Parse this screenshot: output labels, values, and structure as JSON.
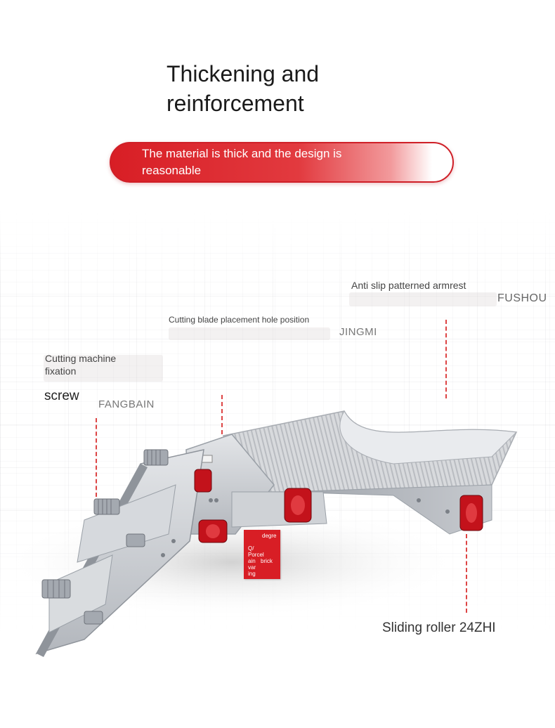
{
  "heading": {
    "title": "Thickening and reinforcement",
    "subtitle": "The material is thick and the design is reasonable"
  },
  "callouts": {
    "armrest": "Anti slip patterned armrest",
    "armrest_code": "FUSHOU",
    "blade_hole": "Cutting blade placement hole position",
    "blade_code": "JINGMI",
    "fixation": "Cutting machine fixation",
    "screw": "screw",
    "screw_code": "FANGBAIN",
    "roller": "Sliding roller 24ZHI"
  },
  "sticker": {
    "degree": "degre",
    "porcelain": "Q/ Porcel ain var ing",
    "brick": "brick"
  },
  "colors": {
    "accent": "#d81e25",
    "aluminum": "#c9ccd1",
    "roller": "#c3121b"
  }
}
